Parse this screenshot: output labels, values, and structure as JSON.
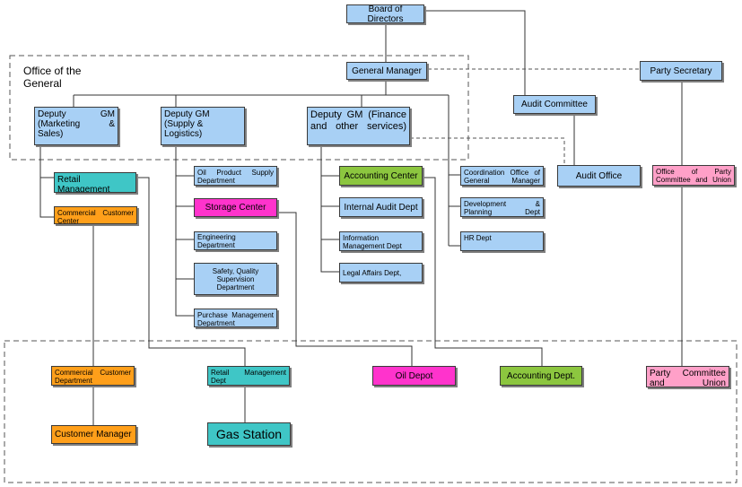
{
  "top": {
    "board": "Board of Directors",
    "gm": "General Manager",
    "party_secretary": "Party Secretary",
    "audit_committee": "Audit Committee",
    "audit_office": "Audit Office",
    "office_label": "Office of the General"
  },
  "deputies": {
    "marketing": "Deputy GM (Marketing & Sales)",
    "supply": "Deputy GM (Supply & Logistics)",
    "finance": "Deputy GM (Finance and other services)"
  },
  "marketing_units": {
    "retail_center": "Retail Management Center",
    "commercial_center": "Commercial Customer Center"
  },
  "supply_units": {
    "oil_product": "Oil Product Supply Department",
    "storage": "Storage Center",
    "engineering": "Engineering Department",
    "safety": "Safety, Quality Supervision Department",
    "purchase": "Purchase Management Department"
  },
  "finance_units": {
    "accounting_center": "Accounting Center",
    "internal_audit": "Internal Audit Dept",
    "information": "Information Management Dept",
    "legal": "Legal Affairs Dept,"
  },
  "gm_units": {
    "coordination": "Coordination Office of General Manager",
    "development": "Development & Planning Dept",
    "hr": "HR Dept"
  },
  "party_units": {
    "office_party": "Office of Party Committee and Union"
  },
  "bottom": {
    "commercial_dept": "Commercial Customer Department",
    "customer_manager": "Customer Manager",
    "retail_dept": "Retail Management Dept",
    "gas_station": "Gas Station",
    "oil_depot": "Oil Depot",
    "accounting_dept": "Accounting Dept.",
    "party_union": "Party Committee and Union"
  },
  "colors": {
    "blue": "#a8d0f5",
    "teal": "#3fc6c6",
    "orange": "#ff9f1a",
    "magenta": "#ff33cc",
    "green": "#8cc63f",
    "pink": "#ffa0c8"
  }
}
